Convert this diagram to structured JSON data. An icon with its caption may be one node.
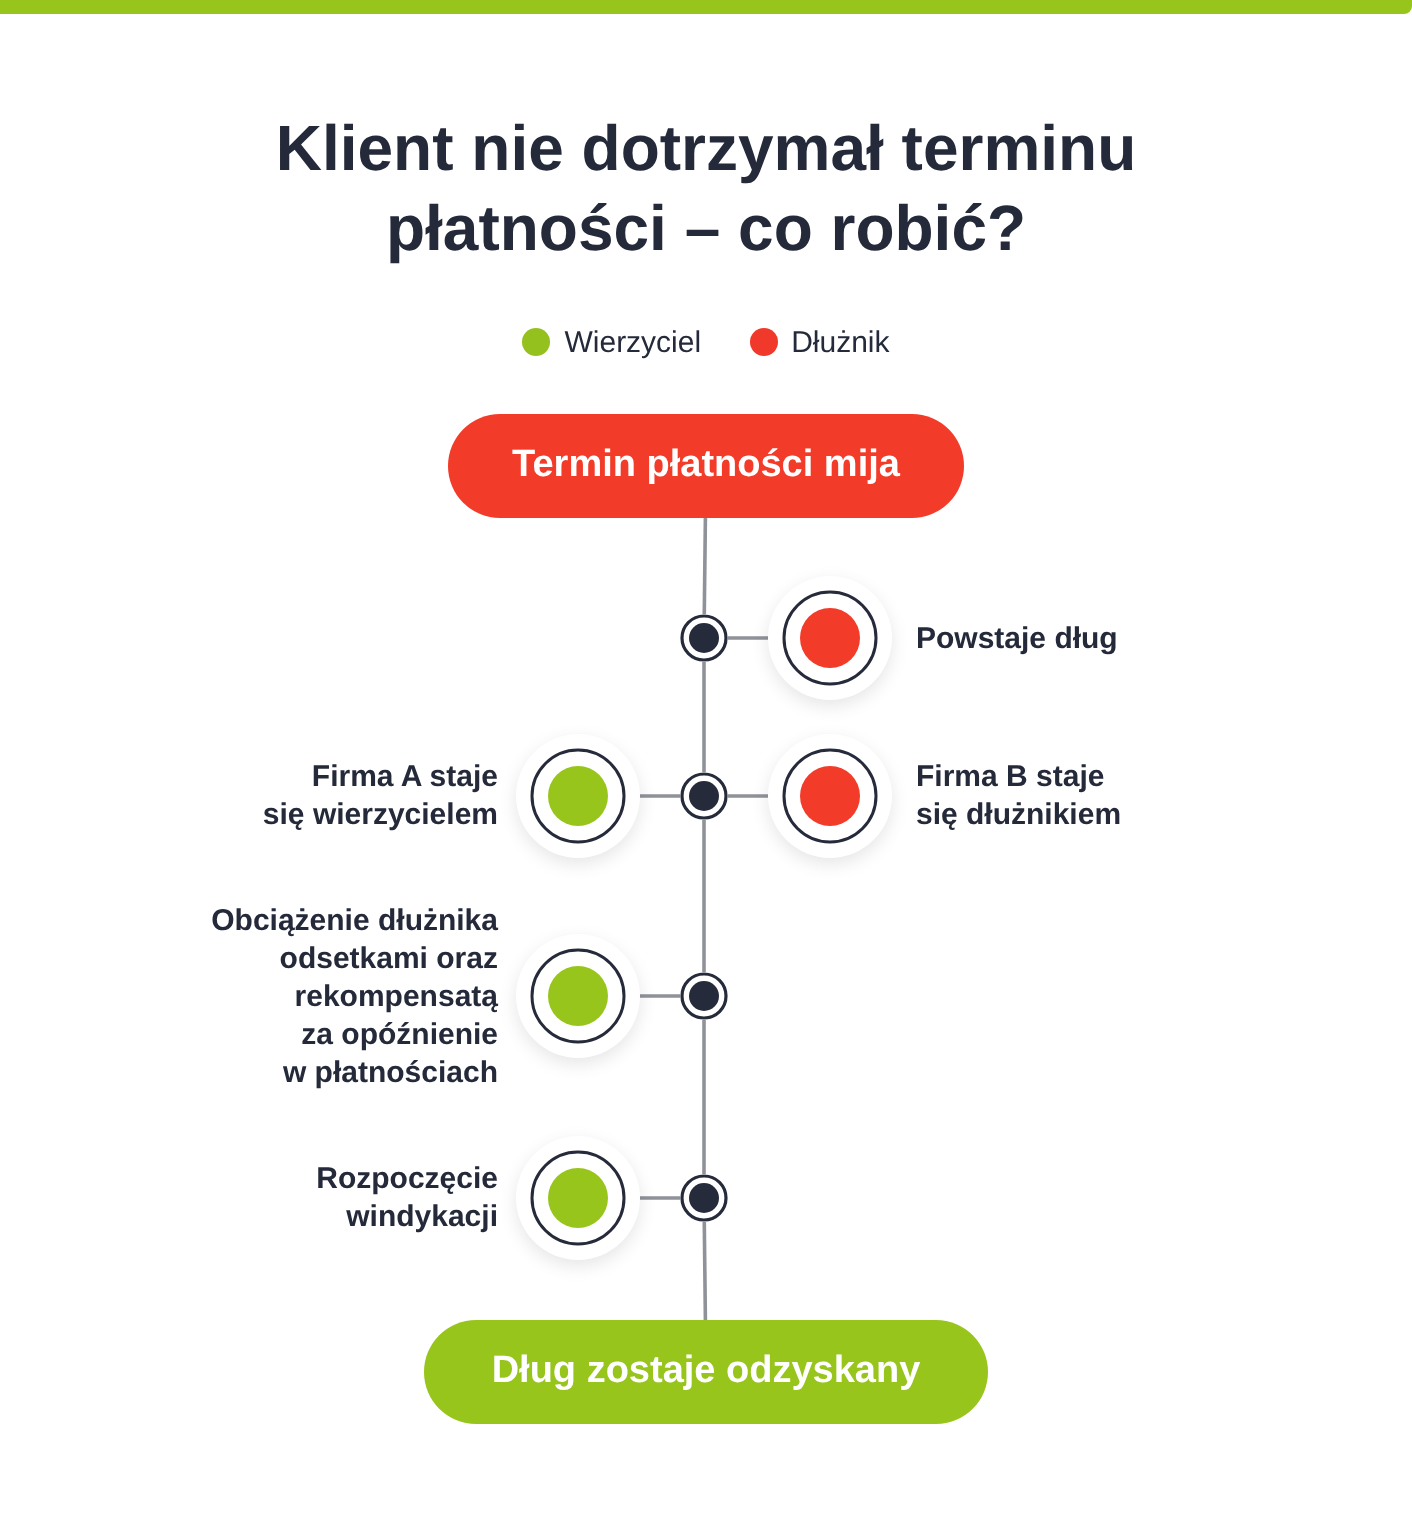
{
  "diagram": {
    "title": "Klient nie dotrzymał terminu płatności – co robić?",
    "nodes": [
      {
        "text": [
          "Termin płatności mija"
        ]
      },
      {
        "text": [],
        "shape": "circle"
      },
      {
        "text": [],
        "shape": "circle",
        "beside": [
          "Powstaje dług"
        ]
      },
      {
        "text": [],
        "shape": "circle",
        "beside": [
          "Firma A staje się wierzycielem"
        ]
      },
      {
        "text": [],
        "shape": "circle"
      },
      {
        "text": [],
        "shape": "circle",
        "beside": [
          "Firma B staje się dłużnikiem"
        ]
      },
      {
        "text": [],
        "shape": "circle",
        "beside": [
          "Obciążenie dłużnika odsetkami oraz rekompensatą za opóźnienie w płatnościach"
        ]
      },
      {
        "text": [],
        "shape": "circle"
      },
      {
        "text": [],
        "shape": "circle",
        "beside": [
          "Rozpoczęcie windykacji"
        ]
      },
      {
        "text": [],
        "shape": "circle"
      },
      {
        "text": [
          "Dług zostaje odzyskany"
        ]
      }
    ],
    "edges": [
      {
        "from": 0,
        "to": 1,
        "arrow": "none"
      },
      {
        "from": 1,
        "to": 2,
        "arrow": "none"
      },
      {
        "from": 1,
        "to": 4,
        "arrow": "none"
      },
      {
        "from": 4,
        "to": 3,
        "arrow": "none"
      },
      {
        "from": 4,
        "to": 5,
        "arrow": "none"
      },
      {
        "from": 4,
        "to": 7,
        "arrow": "none"
      },
      {
        "from": 7,
        "to": 6,
        "arrow": "none"
      },
      {
        "from": 7,
        "to": 9,
        "arrow": "none"
      },
      {
        "from": 9,
        "to": 8,
        "arrow": "none"
      },
      {
        "from": 9,
        "to": 10,
        "arrow": "none"
      }
    ],
    "legend": [
      {
        "text": "Wierzyciel",
        "color": "#95c11f"
      },
      {
        "text": "Dłużnik",
        "color": "#f0392a"
      }
    ]
  }
}
